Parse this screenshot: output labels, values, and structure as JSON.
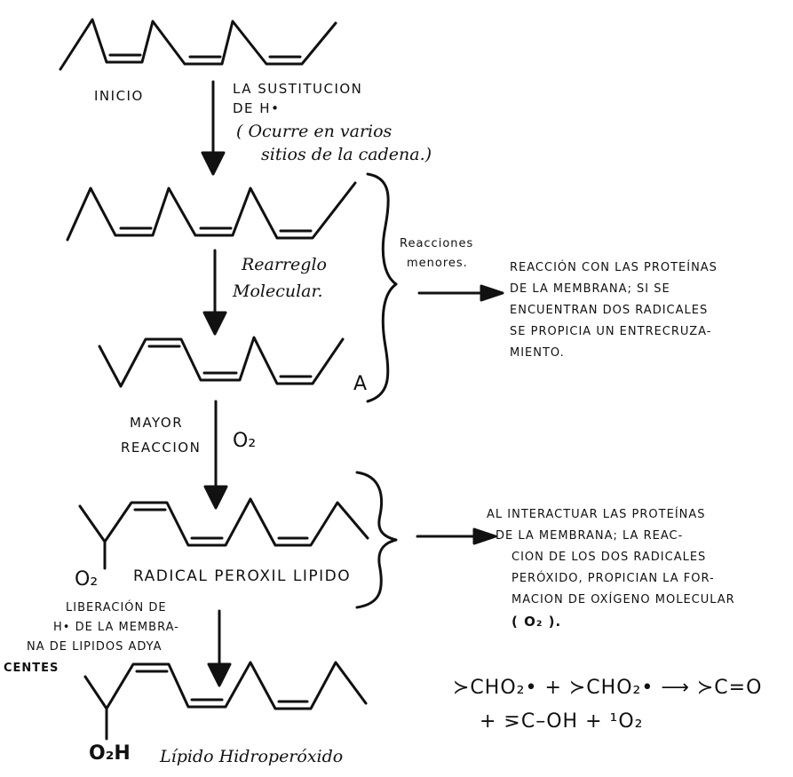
{
  "labels": {
    "inicio": "INICIO",
    "sustitucion_1": "LA SUSTITUCION",
    "sustitucion_2": "DE H•",
    "ocurre_1": "( Ocurre en varios",
    "ocurre_2": "sitios de la cadena.)",
    "rearreglo_1": "Rearreglo",
    "rearreglo_2": "Molecular.",
    "marker_a": "A",
    "mayor_1": "MAYOR",
    "mayor_2": "REACCION",
    "o2": "O₂",
    "radical_o2": "O₂",
    "radical_label": "RADICAL PEROXIL LIPIDO",
    "liberacion_1": "LIBERACIÓN DE",
    "liberacion_2": "H• DE LA MEMBRA-",
    "liberacion_3": "NA DE LIPIDOS ADYA",
    "liberacion_4": "CENTES",
    "o2h": "O₂H",
    "lipido_hidro": "Lípido Hidroperóxido"
  },
  "notes": {
    "reacciones_1": "Reacciones",
    "reacciones_2": "menores.",
    "note1": [
      "REACCIÓN CON LAS PROTEÍNAS",
      "DE LA MEMBRANA; SI SE",
      "ENCUENTRAN DOS RADICALES",
      "SE PROPICIA UN ENTRECRUZA-",
      "MIENTO."
    ],
    "note2": [
      "AL INTERACTUAR LAS PROTEÍNAS",
      "DE LA MEMBRANA; LA REAC-",
      "CION DE LOS DOS RADICALES",
      "PERÓXIDO, PROPICIAN LA FOR-",
      "MACION DE OXÍGENO MOLECULAR",
      "( O₂ )."
    ]
  },
  "equation": {
    "line1": "≻CHO₂• + ≻CHO₂• ⟶ ≻C=O",
    "line2": "+ ⋝C–OH + ¹O₂"
  }
}
